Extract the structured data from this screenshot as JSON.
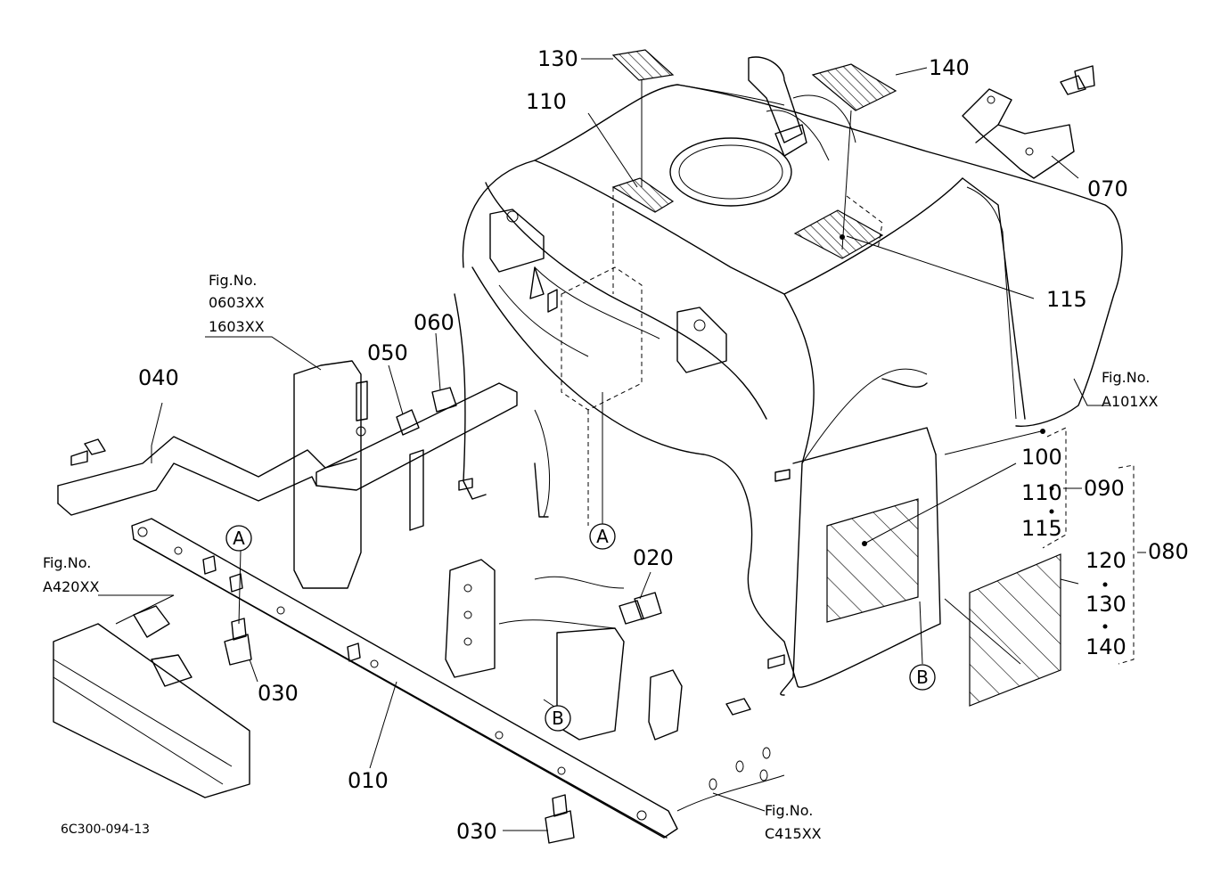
{
  "drawing_code": "6C300-094-13",
  "part_labels": {
    "p010": "010",
    "p020": "020",
    "p030a": "030",
    "p030b": "030",
    "p040": "040",
    "p050": "050",
    "p060": "060",
    "p070": "070",
    "p080": "080",
    "p090": "090",
    "p100": "100",
    "p110a": "110",
    "p110b": "110",
    "p115a": "115",
    "p115b": "115",
    "p120": "120",
    "p130a": "130",
    "p130b": "130",
    "p140a": "140",
    "p140b": "140"
  },
  "fig_refs": [
    {
      "title": "Fig.No.",
      "lines": [
        "0603XX",
        "1603XX"
      ]
    },
    {
      "title": "Fig.No.",
      "lines": [
        "A101XX"
      ]
    },
    {
      "title": "Fig.No.",
      "lines": [
        "A420XX"
      ]
    },
    {
      "title": "Fig.No.",
      "lines": [
        "C415XX"
      ]
    }
  ],
  "markers": {
    "a1": "A",
    "a2": "A",
    "b1": "B",
    "b2": "B"
  }
}
